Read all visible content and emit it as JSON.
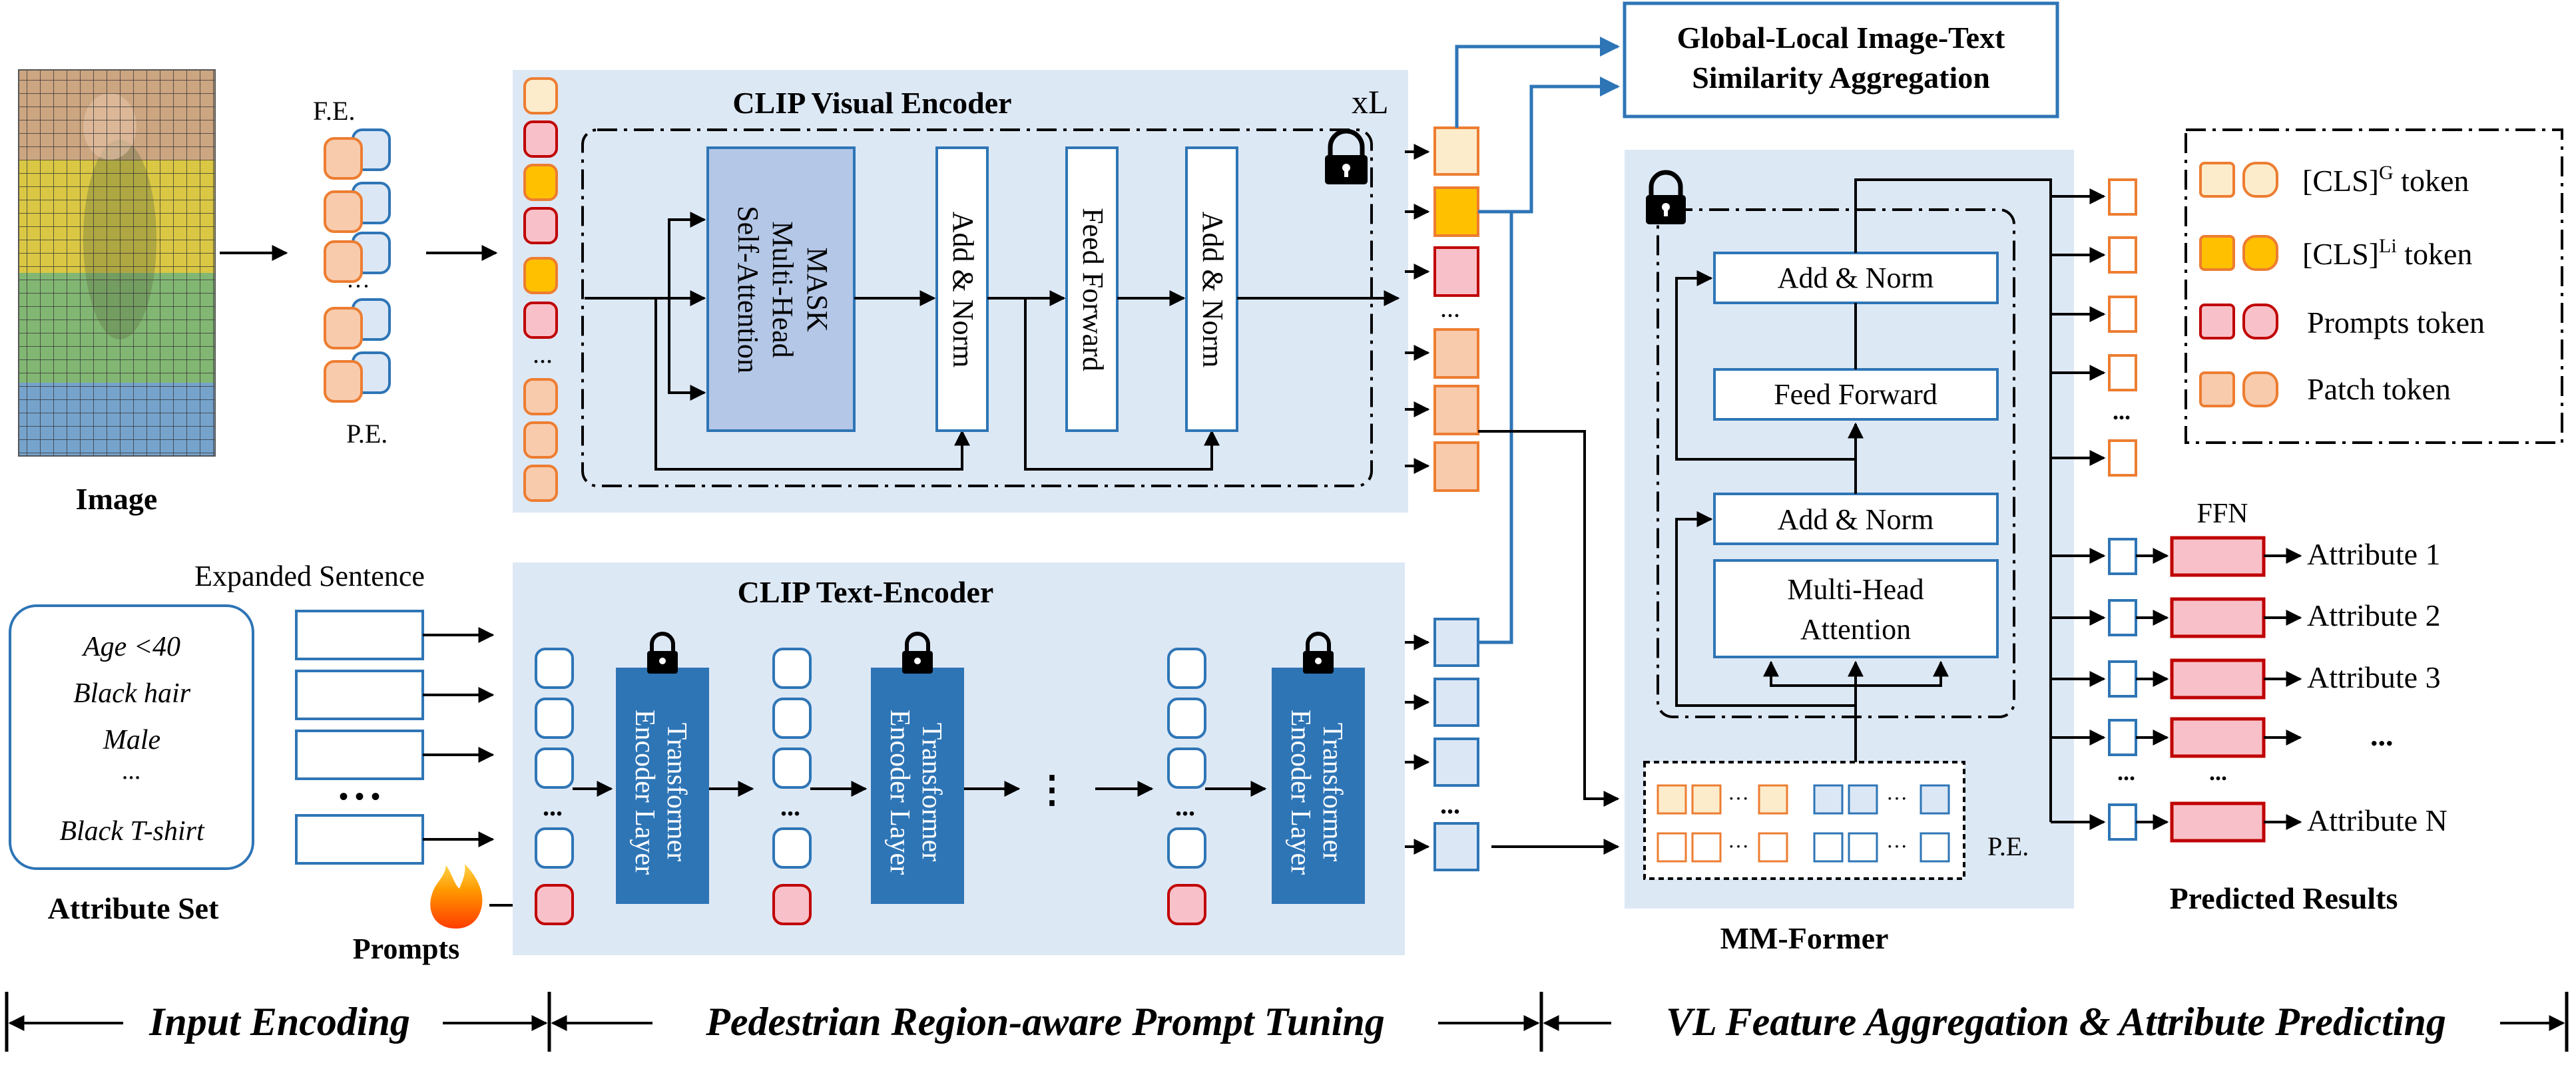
{
  "colors": {
    "panel_bg": "#dde8f5",
    "mask_attn": "#b4c7e7",
    "dark_blue": "#2e75b6",
    "arrow_blue": "#2e75b6",
    "cls_g_fill": "#fdeccb",
    "cls_li_fill": "#ffc000",
    "prompt_fill": "#f8c0c8",
    "prompt_stroke": "#c00000",
    "patch_fill": "#f8cbad",
    "orange_stroke": "#ed7d31",
    "text_token_fill": "#dbe7f5"
  },
  "input": {
    "image_label": "Image",
    "fe_label": "F.E.",
    "pe_label": "P.E.",
    "pe_dots": "···",
    "expanded_sentence_label": "Expanded Sentence",
    "attributes": [
      "Age <40",
      "Black hair",
      "Male",
      "...",
      "Black T-shirt"
    ],
    "attribute_set_label": "Attribute Set",
    "prompts_label": "Prompts",
    "sentence_dots": "• • •"
  },
  "visual_encoder": {
    "title": "CLIP Visual Encoder",
    "repeat": "xL",
    "mask_attention": [
      "MASK",
      "Multi-Head",
      "Self-Attention"
    ],
    "add_norm_1": "Add & Norm",
    "feed_forward": "Feed Forward",
    "add_norm_2": "Add & Norm",
    "dots": "...",
    "out_dots": "..."
  },
  "text_encoder": {
    "title": "CLIP Text-Encoder",
    "layer_line1": "Transformer",
    "layer_line2": "Encoder Layer",
    "dots": "...",
    "middle_dots": "⋮",
    "out_dots": "..."
  },
  "aggregation": {
    "line1": "Global-Local Image-Text",
    "line2": "Similarity Aggregation"
  },
  "mm_former": {
    "title": "MM-Former",
    "add_norm_top": "Add & Norm",
    "feed_forward": "Feed Forward",
    "add_norm_bottom": "Add & Norm",
    "attention_line1": "Multi-Head",
    "attention_line2": "Attention",
    "pe_label": "P.E.",
    "token_dots": "···",
    "out_dots": "..."
  },
  "legend": [
    {
      "label": "[CLS]",
      "sup": "G",
      "tail": " token"
    },
    {
      "label": "[CLS]",
      "sup": "Li",
      "tail": " token"
    },
    {
      "label": "Prompts token",
      "sup": "",
      "tail": ""
    },
    {
      "label": "Patch token",
      "sup": "",
      "tail": ""
    }
  ],
  "predictions": {
    "ffn_label": "FFN",
    "attributes": [
      "Attribute 1",
      "Attribute 2",
      "Attribute 3",
      "...",
      "Attribute N"
    ],
    "title": "Predicted Results",
    "dots": "..."
  },
  "stages": {
    "stage1": "Input Encoding",
    "stage2": "Pedestrian Region-aware Prompt Tuning",
    "stage3": "VL Feature Aggregation & Attribute Predicting"
  }
}
